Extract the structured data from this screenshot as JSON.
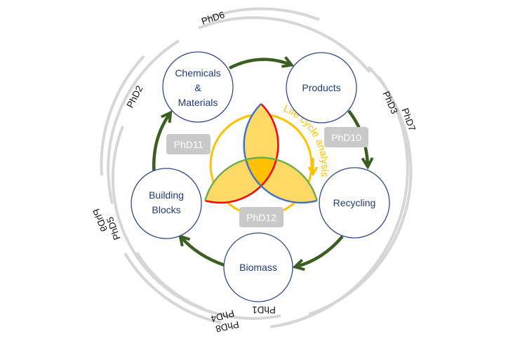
{
  "nodes": {
    "chemicals": [
      "Chemicals",
      "&",
      "Materials"
    ],
    "products": "Products",
    "recycling": "Recycling",
    "biomass": "Biomass",
    "building_blocks": [
      "Building",
      "Blocks"
    ]
  },
  "center_label": "Life cycle analysis",
  "badges": {
    "phd11": "PhD11",
    "phd10": "PhD10",
    "phd12": "PhD12"
  },
  "ring_labels": {
    "phd6": "PhD6",
    "phd2": "PhD2",
    "phd3": "PhD3",
    "phd7": "PhD7",
    "phd9": "PhD9",
    "phd5": "PhD5",
    "phd4": "PhD4",
    "phd8": "PhD8",
    "phd1": "PhD1"
  },
  "colors": {
    "node_stroke": "#2f4a8a",
    "arrow": "#3b5e23",
    "lens": "#ffd966",
    "triple": "#ffc000",
    "red": "#ff0000",
    "blue": "#4472c4",
    "green": "#70ad47",
    "lca": "#ffc000",
    "ring": "#d6d6d6"
  }
}
